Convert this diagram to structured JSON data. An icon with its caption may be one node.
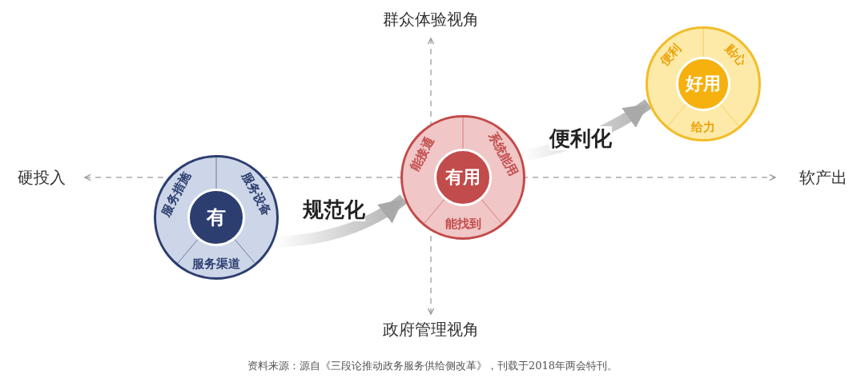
{
  "diagram": {
    "caption": "资料来源：源自《三段论推动政务服务供给侧改革》，刊载于2018年两会特刊。",
    "nodes": [
      {
        "text": [
          "有",
          "服务措施",
          "服务设备",
          "服务渠道"
        ]
      },
      {
        "text": [
          "有用",
          "能接通",
          "系统能用",
          "能找到"
        ]
      },
      {
        "text": [
          "好用",
          "便利",
          "贴心",
          "给力"
        ]
      }
    ],
    "edges": [
      {
        "from": 0,
        "to": 1,
        "arrow": "to",
        "label": "规范化"
      },
      {
        "from": 1,
        "to": 2,
        "arrow": "to",
        "label": "便利化"
      }
    ],
    "labels": [
      "群众体验视角",
      "硬投入",
      "软产出",
      "政府管理视角"
    ]
  }
}
